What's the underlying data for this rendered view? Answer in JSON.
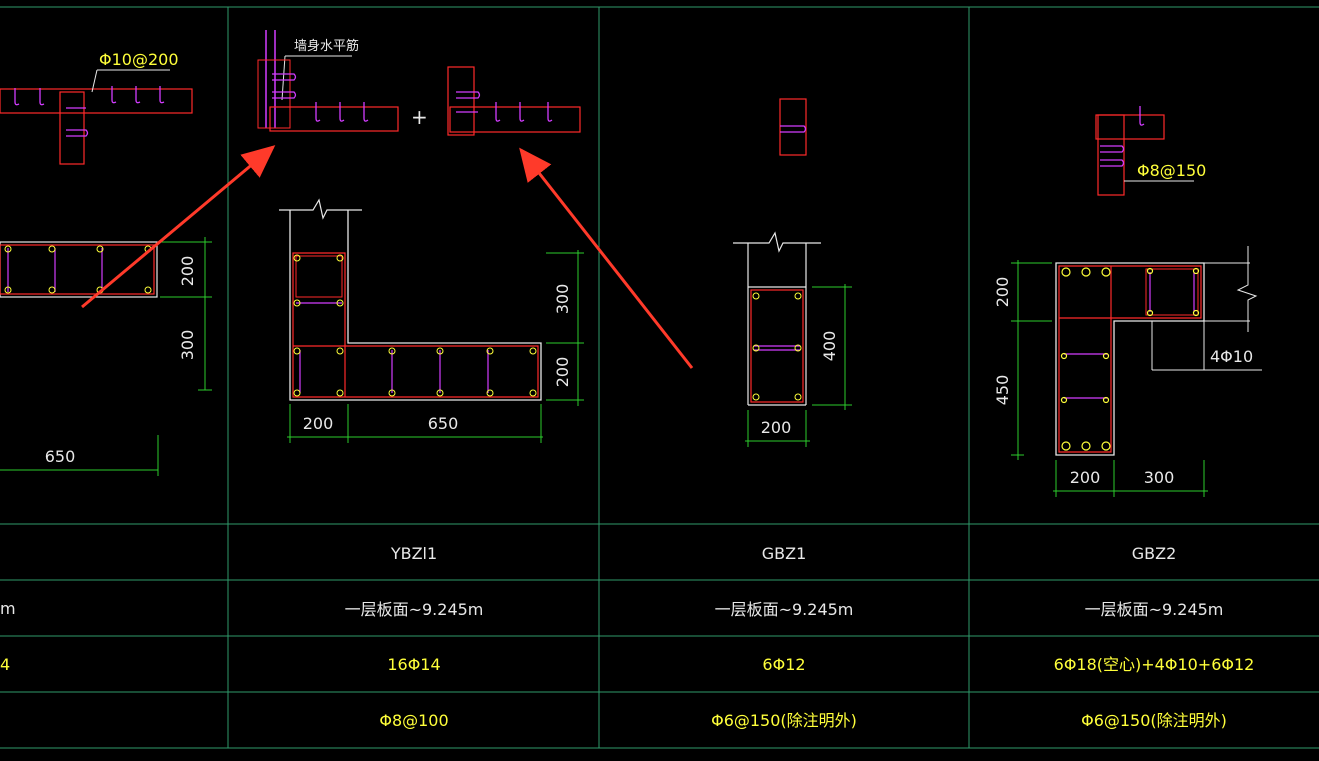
{
  "drawing": {
    "top_label_left": "Φ10@200",
    "top_label_wall": "墙身水平筋",
    "plus_sign": "+",
    "gbz2_stirrup_label": "Φ8@150",
    "gbz2_extra_bars": "4Φ10"
  },
  "dimensions": {
    "left_200": "200",
    "left_300": "300",
    "left_650": "650",
    "ybz_300": "300",
    "ybz_200_right": "200",
    "ybz_200_bottom": "200",
    "ybz_650": "650",
    "gbz1_400": "400",
    "gbz1_200": "200",
    "gbz2_200_side": "200",
    "gbz2_450": "450",
    "gbz2_200_bottom": "200",
    "gbz2_300_bottom": "300"
  },
  "table": {
    "columns": [
      {
        "name": "YBZl1",
        "elevation": "一层板面~9.245m",
        "longitudinal": "16Φ14",
        "stirrup": "Φ8@100"
      },
      {
        "name": "GBZ1",
        "elevation": "一层板面~9.245m",
        "longitudinal": "6Φ12",
        "stirrup": "Φ6@150(除注明外)"
      },
      {
        "name": "GBZ2",
        "elevation": "一层板面~9.245m",
        "longitudinal": "6Φ18(空心)+4Φ10+6Φ12",
        "stirrup": "Φ6@150(除注明外)"
      }
    ],
    "left_fragments": {
      "elevation": "m",
      "longitudinal": "4"
    }
  },
  "colors": {
    "grid": "#2f9a6a",
    "outline": "#ffffff",
    "rebar_red": "#ff2a2a",
    "stirrup_magenta": "#d23cff",
    "dimension_green": "#2ccc2c",
    "text_yellow": "#ffff3a",
    "arrow": "#ff3a2a"
  }
}
